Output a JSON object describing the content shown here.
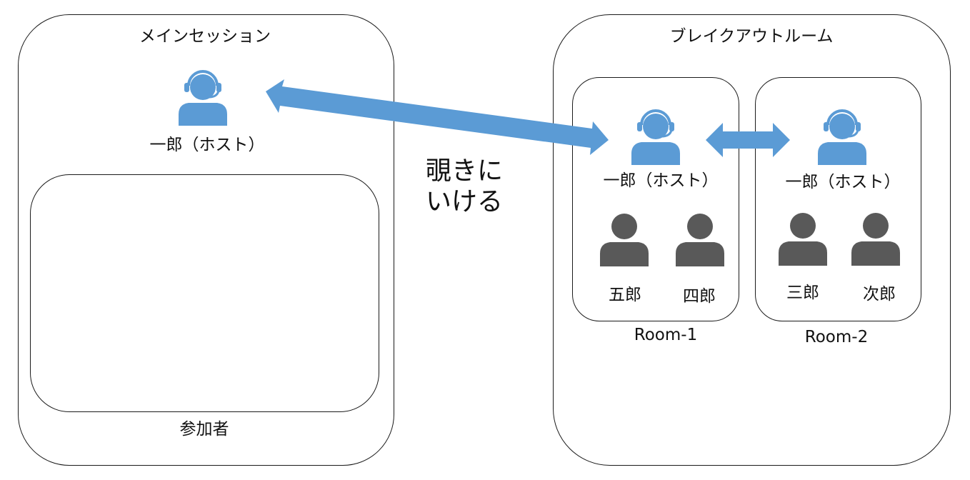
{
  "main_session": {
    "title": "メインセッション",
    "host": "一郎（ホスト）",
    "participants_label": "参加者"
  },
  "breakout": {
    "title": "ブレイクアウトルーム",
    "rooms": [
      {
        "name": "Room-1",
        "host": "一郎（ホスト）",
        "members": [
          "五郎",
          "四郎"
        ]
      },
      {
        "name": "Room-2",
        "host": "一郎（ホスト）",
        "members": [
          "三郎",
          "次郎"
        ]
      }
    ]
  },
  "annotation": {
    "line1": "覗きに",
    "line2": "いける"
  },
  "colors": {
    "host_icon": "#5b9bd5",
    "arrow": "#5b9bd5",
    "person_icon": "#595959",
    "border": "#1a1a1a"
  },
  "icons": {
    "host": "headset-person-icon",
    "member": "person-icon"
  }
}
